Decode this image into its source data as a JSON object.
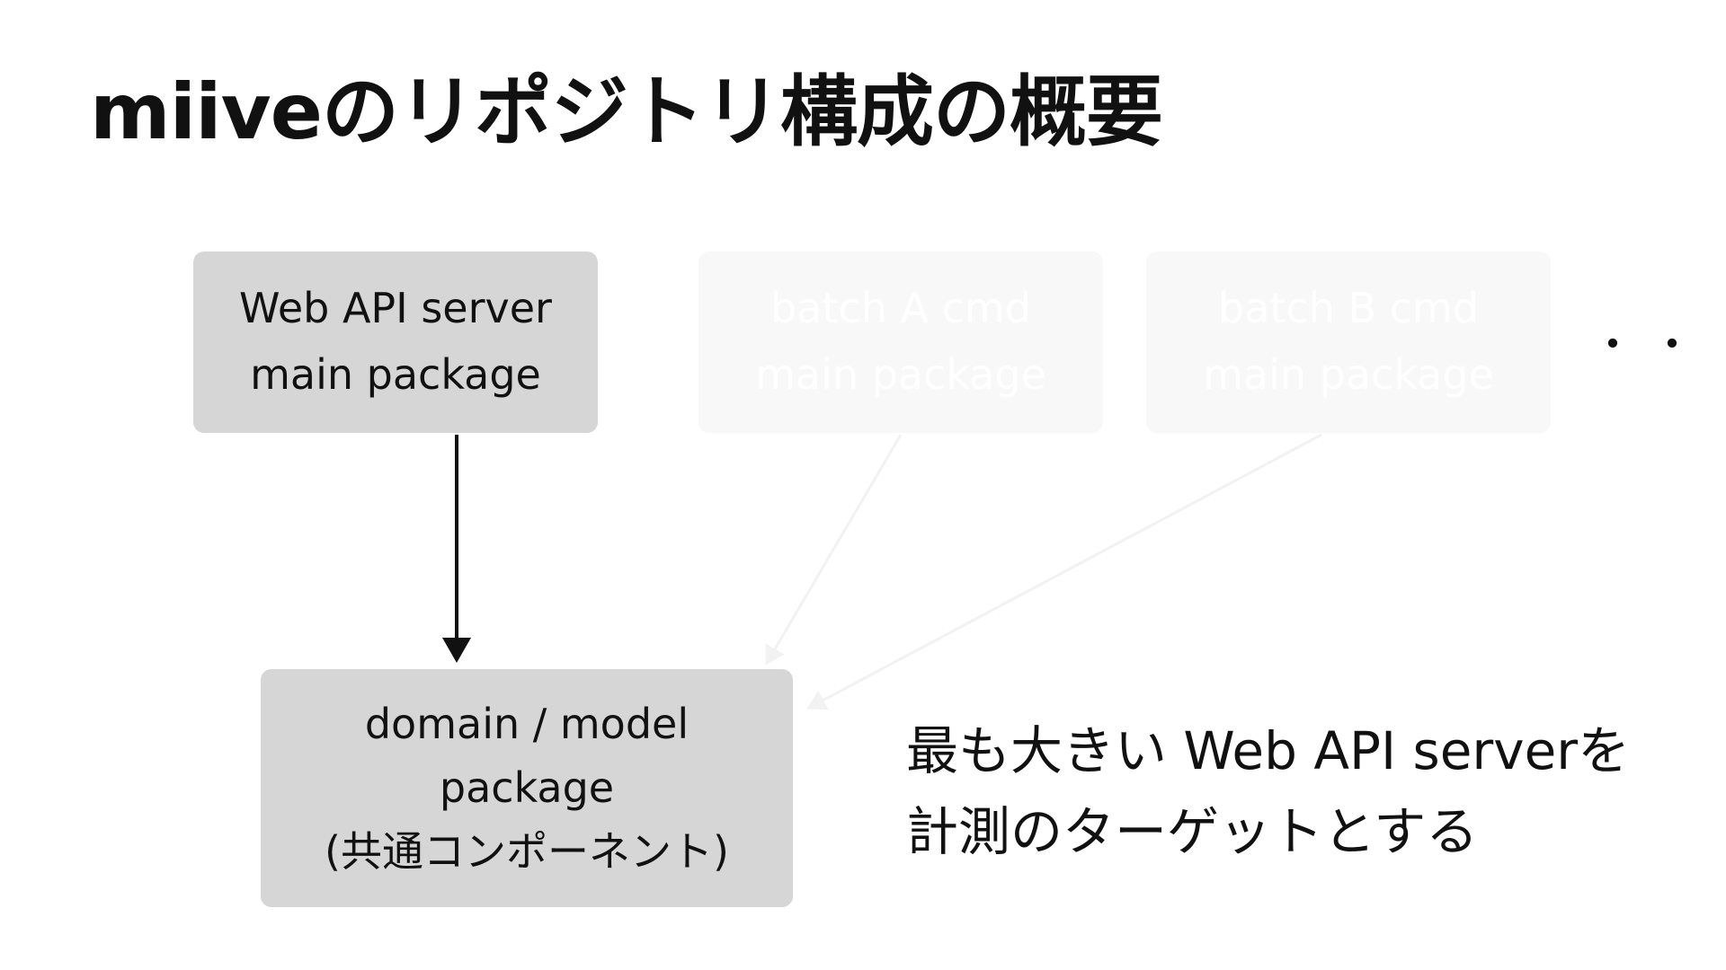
{
  "title": "miiveのリポジトリ構成の概要",
  "boxes": {
    "webapi": {
      "line1": "Web API server",
      "line2": "main package"
    },
    "batch_a": {
      "line1": "batch A cmd",
      "line2": "main package"
    },
    "batch_b": {
      "line1": "batch B cmd",
      "line2": "main package"
    },
    "domain": {
      "line1": "domain / model",
      "line2": "package",
      "line3": "(共通コンポーネント)"
    }
  },
  "ellipsis": "・・・",
  "note": {
    "line1": "最も大きい Web API serverを",
    "line2": "計測のターゲットとする"
  },
  "colors": {
    "box_fill": "#d6d6d6",
    "faded_box_fill": "#f8f8f8",
    "arrow": "#111111",
    "faded_arrow": "#f2f2f2"
  }
}
